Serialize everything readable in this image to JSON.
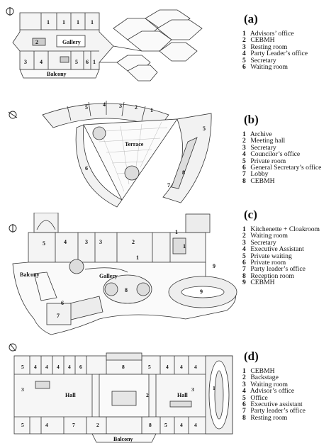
{
  "panels": [
    {
      "label": "(a)",
      "legend": [
        {
          "num": "1",
          "text": "Advisors’ office"
        },
        {
          "num": "2",
          "text": "CEBMH"
        },
        {
          "num": "3",
          "text": "Resting room"
        },
        {
          "num": "4",
          "text": "Party Leader’s office"
        },
        {
          "num": "5",
          "text": "Secretary"
        },
        {
          "num": "6",
          "text": "Waiting room"
        }
      ],
      "plan_labels": {
        "gallery": "Gallery",
        "balcony": "Balcony"
      }
    },
    {
      "label": "(b)",
      "legend": [
        {
          "num": "1",
          "text": "Archive"
        },
        {
          "num": "2",
          "text": "Meeting hall"
        },
        {
          "num": "3",
          "text": "Secretary"
        },
        {
          "num": "4",
          "text": "Councilor’s office"
        },
        {
          "num": "5",
          "text": "Private room"
        },
        {
          "num": "6",
          "text": "General Secretary’s office"
        },
        {
          "num": "7",
          "text": "Lobby"
        },
        {
          "num": "8",
          "text": "CEBMH"
        }
      ],
      "plan_labels": {
        "terrace": "Terrace"
      }
    },
    {
      "label": "(c)",
      "legend": [
        {
          "num": "1",
          "text": "Kitchenette + Cloakroom"
        },
        {
          "num": "2",
          "text": "Waiting room"
        },
        {
          "num": "3",
          "text": "Secretary"
        },
        {
          "num": "4",
          "text": "Executive Assistant"
        },
        {
          "num": "5",
          "text": "Private waiting"
        },
        {
          "num": "6",
          "text": "Private room"
        },
        {
          "num": "7",
          "text": "Party leader’s office"
        },
        {
          "num": "8",
          "text": "Reception room"
        },
        {
          "num": "9",
          "text": "CEBMH"
        }
      ],
      "plan_labels": {
        "balcony": "Balcony",
        "gallery": "Gallery"
      }
    },
    {
      "label": "(d)",
      "legend": [
        {
          "num": "1",
          "text": "CEBMH"
        },
        {
          "num": "2",
          "text": "Backstage"
        },
        {
          "num": "3",
          "text": "Waiting room"
        },
        {
          "num": "4",
          "text": "Advisor’s office"
        },
        {
          "num": "5",
          "text": "Office"
        },
        {
          "num": "6",
          "text": "Executive assistant"
        },
        {
          "num": "7",
          "text": "Party leader’s office"
        },
        {
          "num": "8",
          "text": "Resting room"
        }
      ],
      "plan_labels": {
        "hall_left": "Hall",
        "hall_right": "Hall",
        "balcony": "Balcony"
      }
    }
  ]
}
